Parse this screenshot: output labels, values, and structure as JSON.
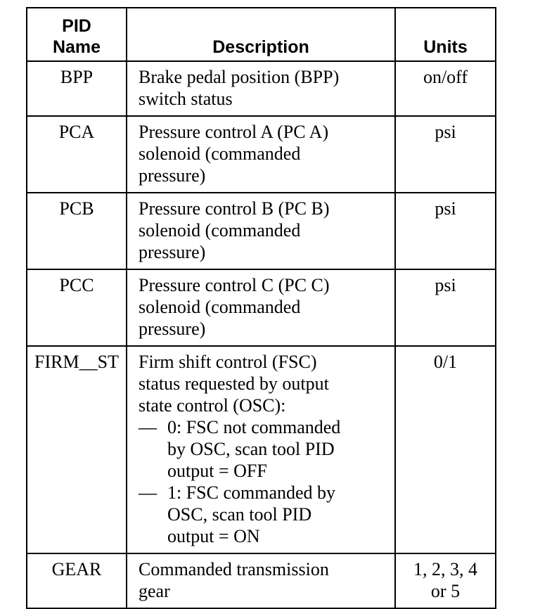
{
  "table": {
    "headers": {
      "pid_line1": "PID",
      "pid_line2": "Name",
      "description": "Description",
      "units": "Units"
    },
    "rows": [
      {
        "pid": "BPP",
        "description": [
          "Brake pedal position (BPP)",
          "switch status"
        ],
        "units": [
          "on/off"
        ]
      },
      {
        "pid": "PCA",
        "description": [
          "Pressure control A (PC A)",
          "solenoid (commanded",
          "pressure)"
        ],
        "units": [
          "psi"
        ]
      },
      {
        "pid": "PCB",
        "description": [
          "Pressure control B (PC B)",
          "solenoid (commanded",
          "pressure)"
        ],
        "units": [
          "psi"
        ]
      },
      {
        "pid": "PCC",
        "description": [
          "Pressure control C (PC C)",
          "solenoid (commanded",
          "pressure)"
        ],
        "units": [
          "psi"
        ]
      },
      {
        "pid": "FIRM__ST",
        "description": [
          "Firm shift control (FSC)",
          "status requested by output",
          "state control (OSC):"
        ],
        "bullets": [
          {
            "dash": "—",
            "lines": [
              "0: FSC not commanded",
              "by OSC, scan tool PID",
              "output = OFF"
            ]
          },
          {
            "dash": "—",
            "lines": [
              "1: FSC commanded by",
              "OSC, scan tool PID",
              "output = ON"
            ]
          }
        ],
        "units": [
          "0/1"
        ]
      },
      {
        "pid": "GEAR",
        "description": [
          "Commanded transmission",
          "gear"
        ],
        "units": [
          "1, 2, 3, 4",
          "or 5"
        ]
      }
    ]
  }
}
